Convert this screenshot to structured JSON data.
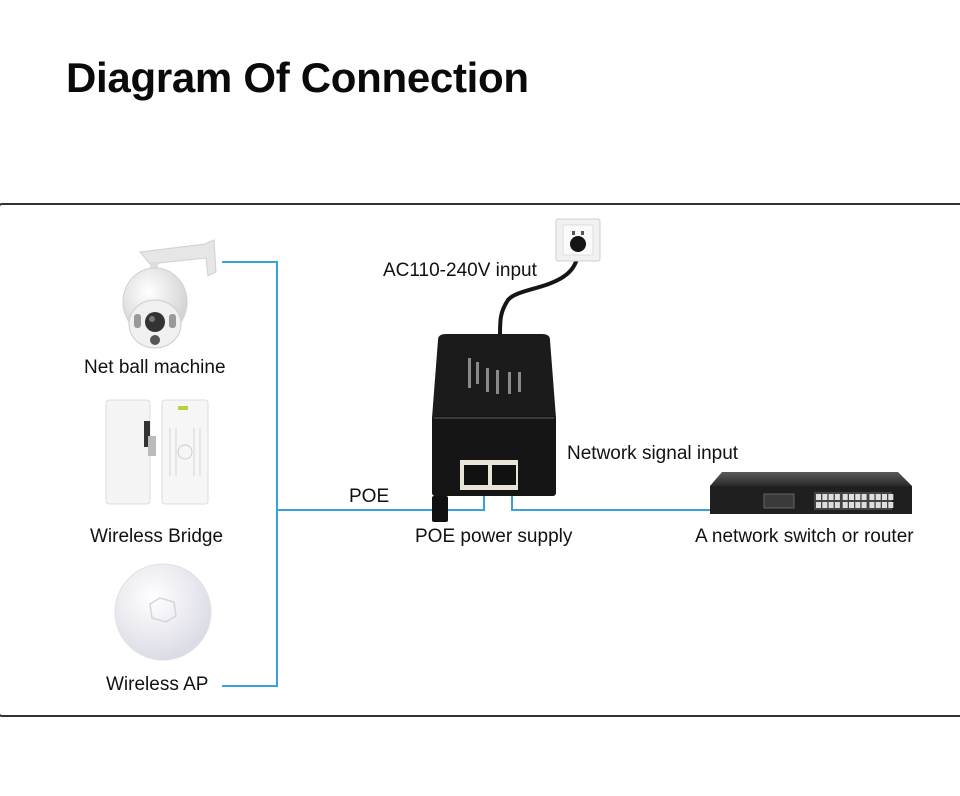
{
  "title": "Diagram Of Connection",
  "devices": {
    "camera": {
      "label": "Net ball machine",
      "icon": "ptz-dome-camera-icon"
    },
    "bridge": {
      "label": "Wireless Bridge",
      "icon": "wireless-bridge-icon"
    },
    "ap": {
      "label": "Wireless AP",
      "icon": "ceiling-access-point-icon"
    },
    "poe_supply": {
      "label": "POE power supply",
      "icon": "poe-injector-icon"
    },
    "switch": {
      "label": "A network switch or router",
      "icon": "network-switch-icon"
    },
    "outlet": {
      "icon": "wall-outlet-icon"
    }
  },
  "connections": {
    "ac_input": "AC110-240V input",
    "network_input": "Network signal input",
    "poe": "POE"
  },
  "colors": {
    "line": "#3aa3d6",
    "device_dark": "#111111",
    "frame": "#333333"
  }
}
